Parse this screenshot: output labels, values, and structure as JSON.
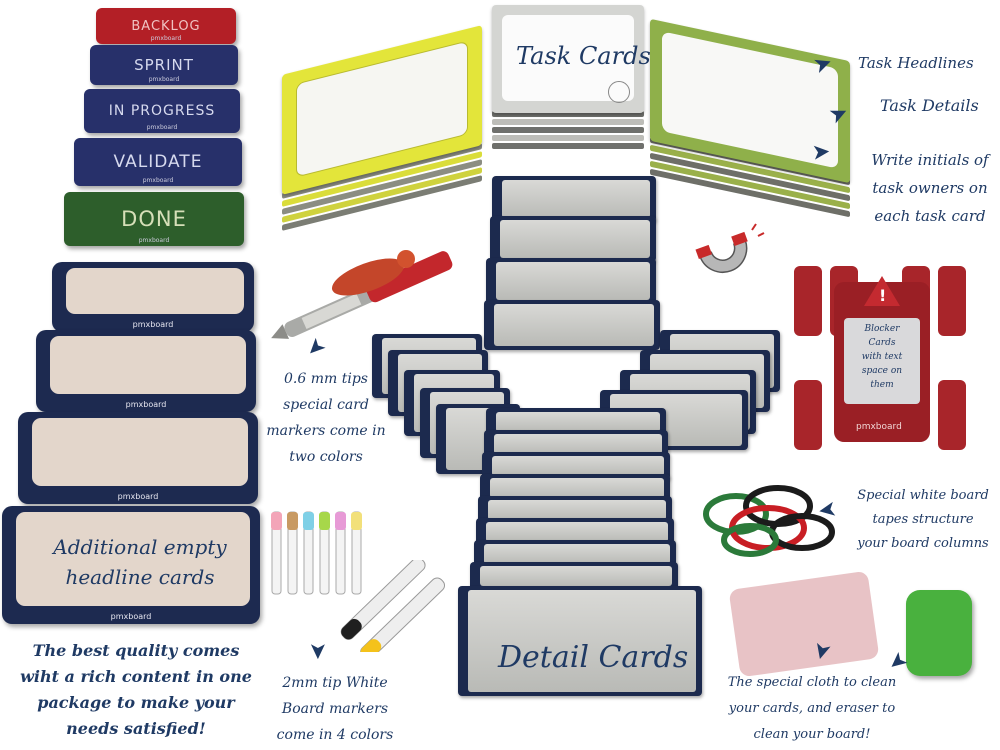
{
  "colors": {
    "navy": "#1f3a64",
    "backlog": "#b11d24",
    "done": "#2b5a2c",
    "board": "#1d2a50"
  },
  "headline_cards": [
    {
      "label": "BACKLOG",
      "color": "#b31f26",
      "text_color": "#e9b8b8"
    },
    {
      "label": "SPRINT",
      "color": "#27306a",
      "text_color": "#c8cbe6"
    },
    {
      "label": "IN PROGRESS",
      "color": "#27306a",
      "text_color": "#c8cbe6"
    },
    {
      "label": "VALIDATE",
      "color": "#27306a",
      "text_color": "#c8cbe6"
    },
    {
      "label": "DONE",
      "color": "#2d5e2b",
      "text_color": "#cfd9b4"
    }
  ],
  "brand": "pmxboard",
  "labels": {
    "task_cards": "Task Cards",
    "task_headlines": "Task Headlines",
    "task_details": "Task Details",
    "write_initials": [
      "Write initials of",
      "task owners on",
      "each task card"
    ],
    "blocker": [
      "Blocker",
      "Cards",
      "with text",
      "space on",
      "them"
    ],
    "tips_markers": [
      "0.6 mm tips",
      "special card",
      "markers come in",
      "two colors"
    ],
    "additional_empty": [
      "Additional empty",
      "headline cards"
    ],
    "best_quality": [
      "The best quality comes",
      "wiht a rich content in one",
      "package to make your",
      "needs satisfied!"
    ],
    "wb_markers": [
      "2mm tip White",
      "Board markers",
      "come in 4 colors"
    ],
    "detail_cards": "Detail Cards",
    "tapes": [
      "Special white board",
      "tapes structure",
      "your board columns"
    ],
    "cloth": [
      "The special cloth to clean",
      "your cards, and eraser to",
      "clean your board!"
    ]
  },
  "icons": [
    "magnet-icon",
    "warning-triangle-icon",
    "arrow-icon"
  ],
  "marker_colors": [
    "#f3a5b8",
    "#c89a63",
    "#7fd0e6",
    "#a7d74a",
    "#e79ad6",
    "#f2e07a"
  ],
  "wb_marker_colors": [
    "#1f1f1f",
    "#f4c21b"
  ],
  "tape_colors": [
    "#1b1b1b",
    "#c81e24",
    "#2b7a3a"
  ]
}
